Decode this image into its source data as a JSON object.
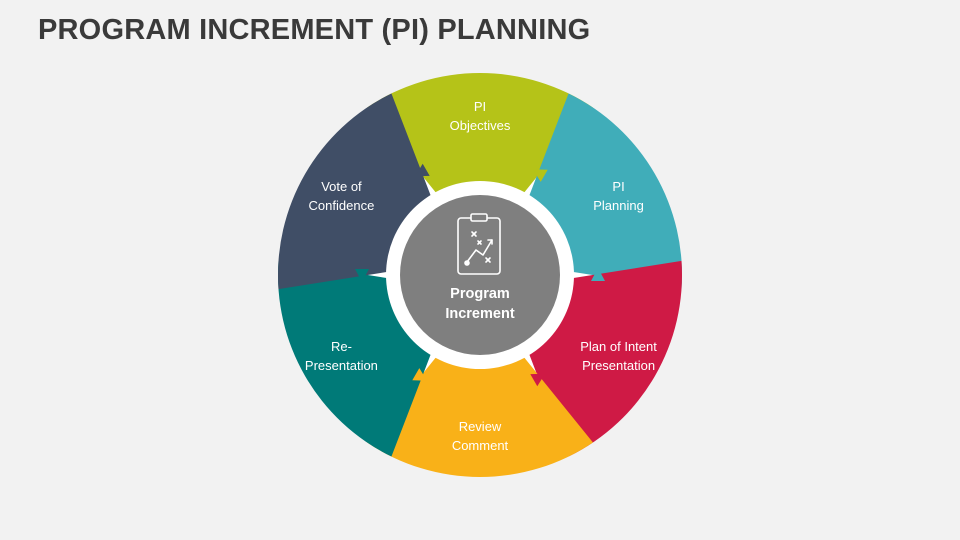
{
  "title": "PROGRAM INCREMENT (PI) PLANNING",
  "center": {
    "line1": "Program",
    "line2": "Increment",
    "icon": "strategy-board-icon"
  },
  "segments": [
    {
      "id": "pi-objectives",
      "line1": "PI",
      "line2": "Objectives",
      "color": "#b5c318"
    },
    {
      "id": "pi-planning",
      "line1": "PI",
      "line2": "Planning",
      "color": "#40adb9"
    },
    {
      "id": "plan-of-intent",
      "line1": "Plan of Intent",
      "line2": "Presentation",
      "color": "#cf1a45"
    },
    {
      "id": "review-comment",
      "line1": "Review",
      "line2": "Comment",
      "color": "#f9b118"
    },
    {
      "id": "re-presentation",
      "line1": "Re-",
      "line2": "Presentation",
      "color": "#007a78"
    },
    {
      "id": "vote-of-confidence",
      "line1": "Vote of",
      "line2": "Confidence",
      "color": "#404e66"
    }
  ],
  "colors": {
    "center_circle": "#7f7f7f",
    "ring": "#e6e6e6",
    "background": "#f2f2f2",
    "title": "#3a3a3a"
  }
}
